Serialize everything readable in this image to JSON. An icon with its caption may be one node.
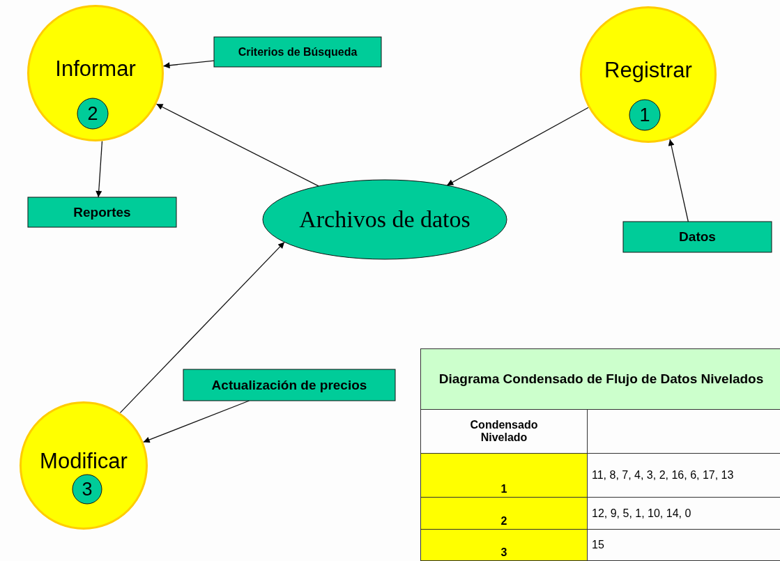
{
  "diagram": {
    "nodes": [
      {
        "text": [
          "Informar"
        ]
      },
      {
        "text": [
          "2"
        ],
        "in": 0
      },
      {
        "text": [
          "Criterios de Búsqueda"
        ]
      },
      {
        "text": [
          "Registrar"
        ]
      },
      {
        "text": [
          "1"
        ],
        "in": 3
      },
      {
        "text": [
          "Reportes"
        ]
      },
      {
        "text": [
          "Archivos de datos"
        ]
      },
      {
        "text": [
          "Datos"
        ]
      },
      {
        "text": [
          "Actualización de precios"
        ]
      },
      {
        "text": [
          "Modificar"
        ]
      },
      {
        "text": [
          "3"
        ],
        "in": 9
      }
    ],
    "edges": [
      {
        "from": 2,
        "to": 0,
        "arrow": "to"
      },
      {
        "from": 0,
        "to": 5,
        "arrow": "to"
      },
      {
        "from": 6,
        "to": 0,
        "arrow": "to"
      },
      {
        "from": 3,
        "to": 6,
        "arrow": "to"
      },
      {
        "from": 7,
        "to": 3,
        "arrow": "to"
      },
      {
        "from": 9,
        "to": 6,
        "arrow": "to"
      },
      {
        "from": 8,
        "to": 9,
        "arrow": "to"
      }
    ],
    "labels": [
      "Diagrama Condensado de Flujo de Datos Nivelados",
      "Condensado Nivelado",
      "1",
      "11, 8, 7, 4, 3, 2, 16, 6, 17, 13",
      "2",
      "12, 9, 5, 1, 10, 14, 0",
      "3",
      "15"
    ]
  }
}
